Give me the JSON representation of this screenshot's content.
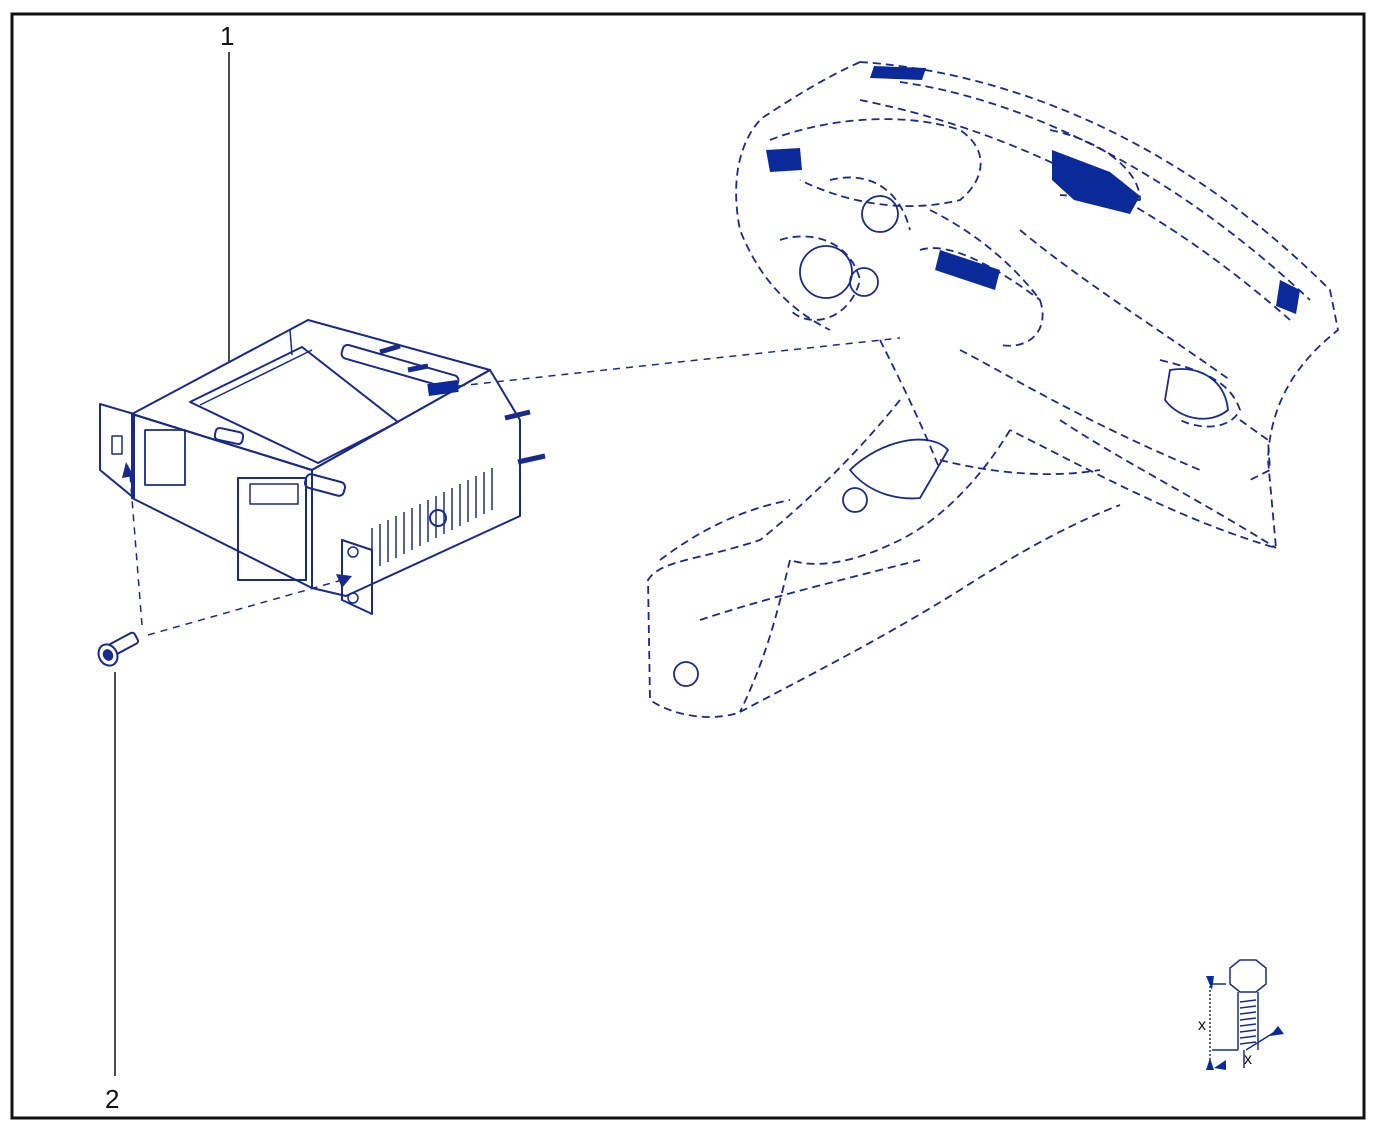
{
  "callouts": {
    "part_1": "1",
    "part_2": "2"
  },
  "fastener_symbol": {
    "label_left": "x",
    "label_right": "x"
  },
  "colors": {
    "line": "#1a2a8c",
    "fill": "#0b2a9a",
    "frame": "#111111",
    "background": "#ffffff"
  }
}
